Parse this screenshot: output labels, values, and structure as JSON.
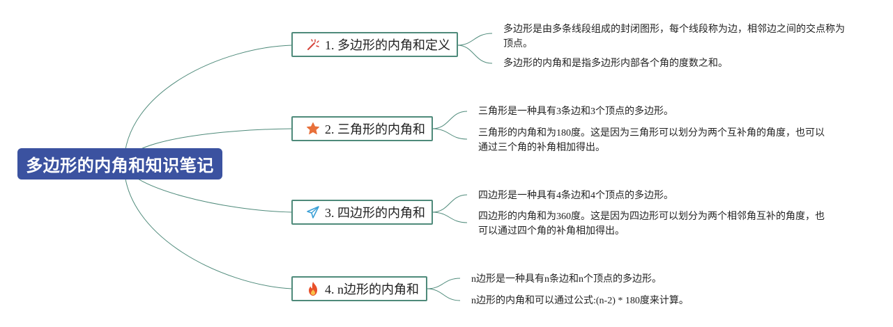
{
  "root": {
    "title": "多边形的内角和知识笔记"
  },
  "branches": [
    {
      "label": "1. 多边形的内角和定义",
      "icon": "magic-wand-icon",
      "notes": [
        "多边形是由多条线段组成的封闭图形，每个线段称为边，相邻边之间的交点称为顶点。",
        "多边形的内角和是指多边形内部各个角的度数之和。"
      ]
    },
    {
      "label": "2. 三角形的内角和",
      "icon": "star-icon",
      "notes": [
        "三角形是一种具有3条边和3个顶点的多边形。",
        "三角形的内角和为180度。这是因为三角形可以划分为两个互补角的角度，也可以通过三个角的补角相加得出。"
      ]
    },
    {
      "label": "3. 四边形的内角和",
      "icon": "paper-plane-icon",
      "notes": [
        "四边形是一种具有4条边和4个顶点的多边形。",
        "四边形的内角和为360度。这是因为四边形可以划分为两个相邻角互补的角度，也可以通过四个角的补角相加得出。"
      ]
    },
    {
      "label": "4. n边形的内角和",
      "icon": "fire-icon",
      "notes": [
        "n边形是一种具有n条边和n个顶点的多边形。",
        "n边形的内角和可以通过公式:(n-2) * 180度来计算。"
      ]
    }
  ],
  "colors": {
    "root_fill": "#3b52a0",
    "line": "#4e8a7a",
    "wand": "#d6443a",
    "star": "#e8703a",
    "plane": "#3a9fd6",
    "fire": "#e8502a"
  }
}
